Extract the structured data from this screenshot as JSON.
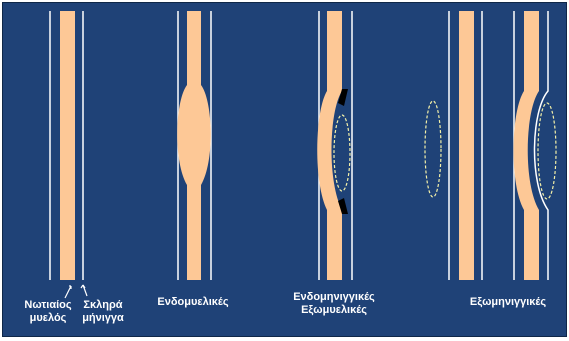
{
  "labels": {
    "spinal_cord": {
      "line1": "Νωτιαίος",
      "line2": "μυελός"
    },
    "dura_mater": {
      "line1": "Σκληρά",
      "line2": "μήνιγγα"
    },
    "intramedullary": "Ενδομυελικές",
    "intradural_extramedullary": {
      "line1": "Ενδομηνιγγικές",
      "line2": "Εξωμυελικές"
    },
    "extradural": "Εξωμηνιγγικές"
  },
  "colors": {
    "background": "#1f4277",
    "spinal_cord": "#fdc896",
    "dura_lines": "#ffffff",
    "lesion_outline": "#f3f0a8",
    "wedge": "#000000"
  }
}
